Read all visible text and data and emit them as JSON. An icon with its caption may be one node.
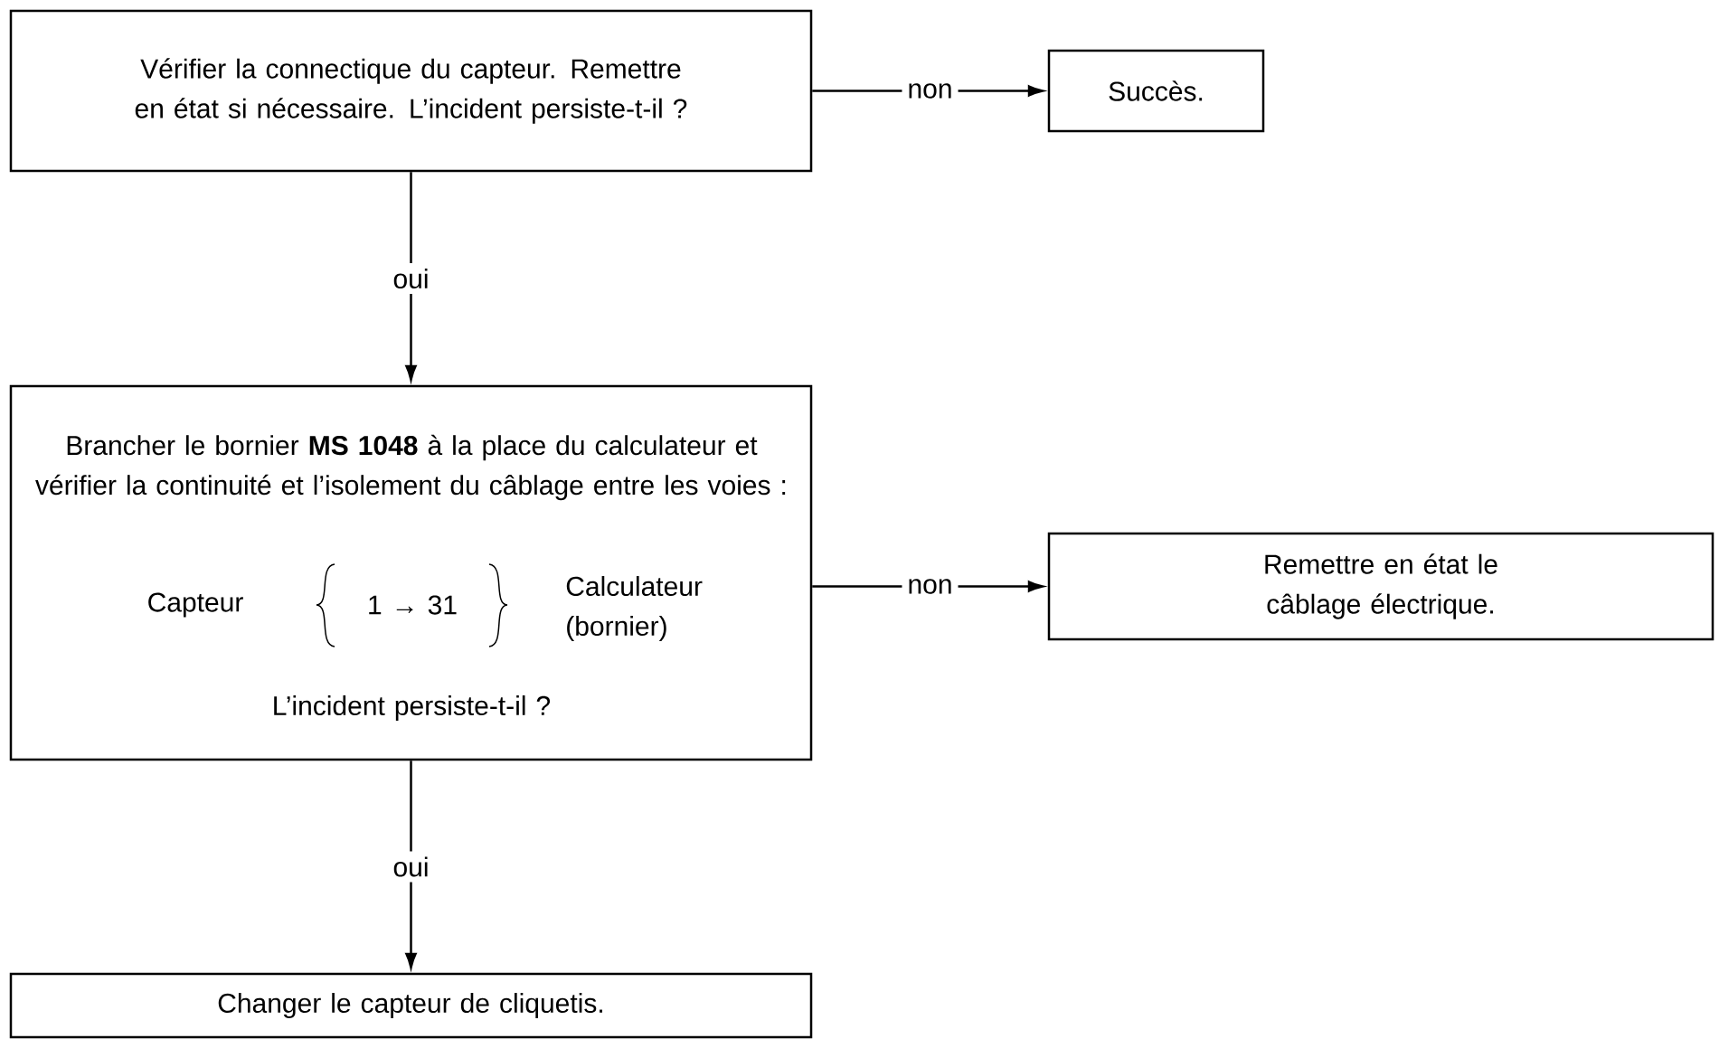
{
  "diagram": {
    "nodes": [
      {
        "text": [
          "Vérifier la connectique du capteur. Remettre en état si nécessaire. L’incident persiste-t-il ?"
        ]
      },
      {
        "text": [
          "Succès."
        ]
      },
      {
        "text": [
          "Brancher le bornier **MS 1048** à la place du calculateur et vérifier la continuité et l’isolement du câblage entre les voies :",
          "Capteur",
          "1 → 31",
          "Calculateur (bornier)",
          "L’incident persiste-t-il ?"
        ]
      },
      {
        "text": [
          "Remettre en état le câblage électrique."
        ]
      },
      {
        "text": [
          "Changer le capteur de cliquetis."
        ]
      }
    ],
    "edges": [
      {
        "from": 0,
        "to": 1,
        "arrow": "to",
        "label": "non"
      },
      {
        "from": 0,
        "to": 2,
        "arrow": "to",
        "label": "oui"
      },
      {
        "from": 2,
        "to": 3,
        "arrow": "to",
        "label": "non"
      },
      {
        "from": 2,
        "to": 4,
        "arrow": "to",
        "label": "oui"
      }
    ]
  }
}
